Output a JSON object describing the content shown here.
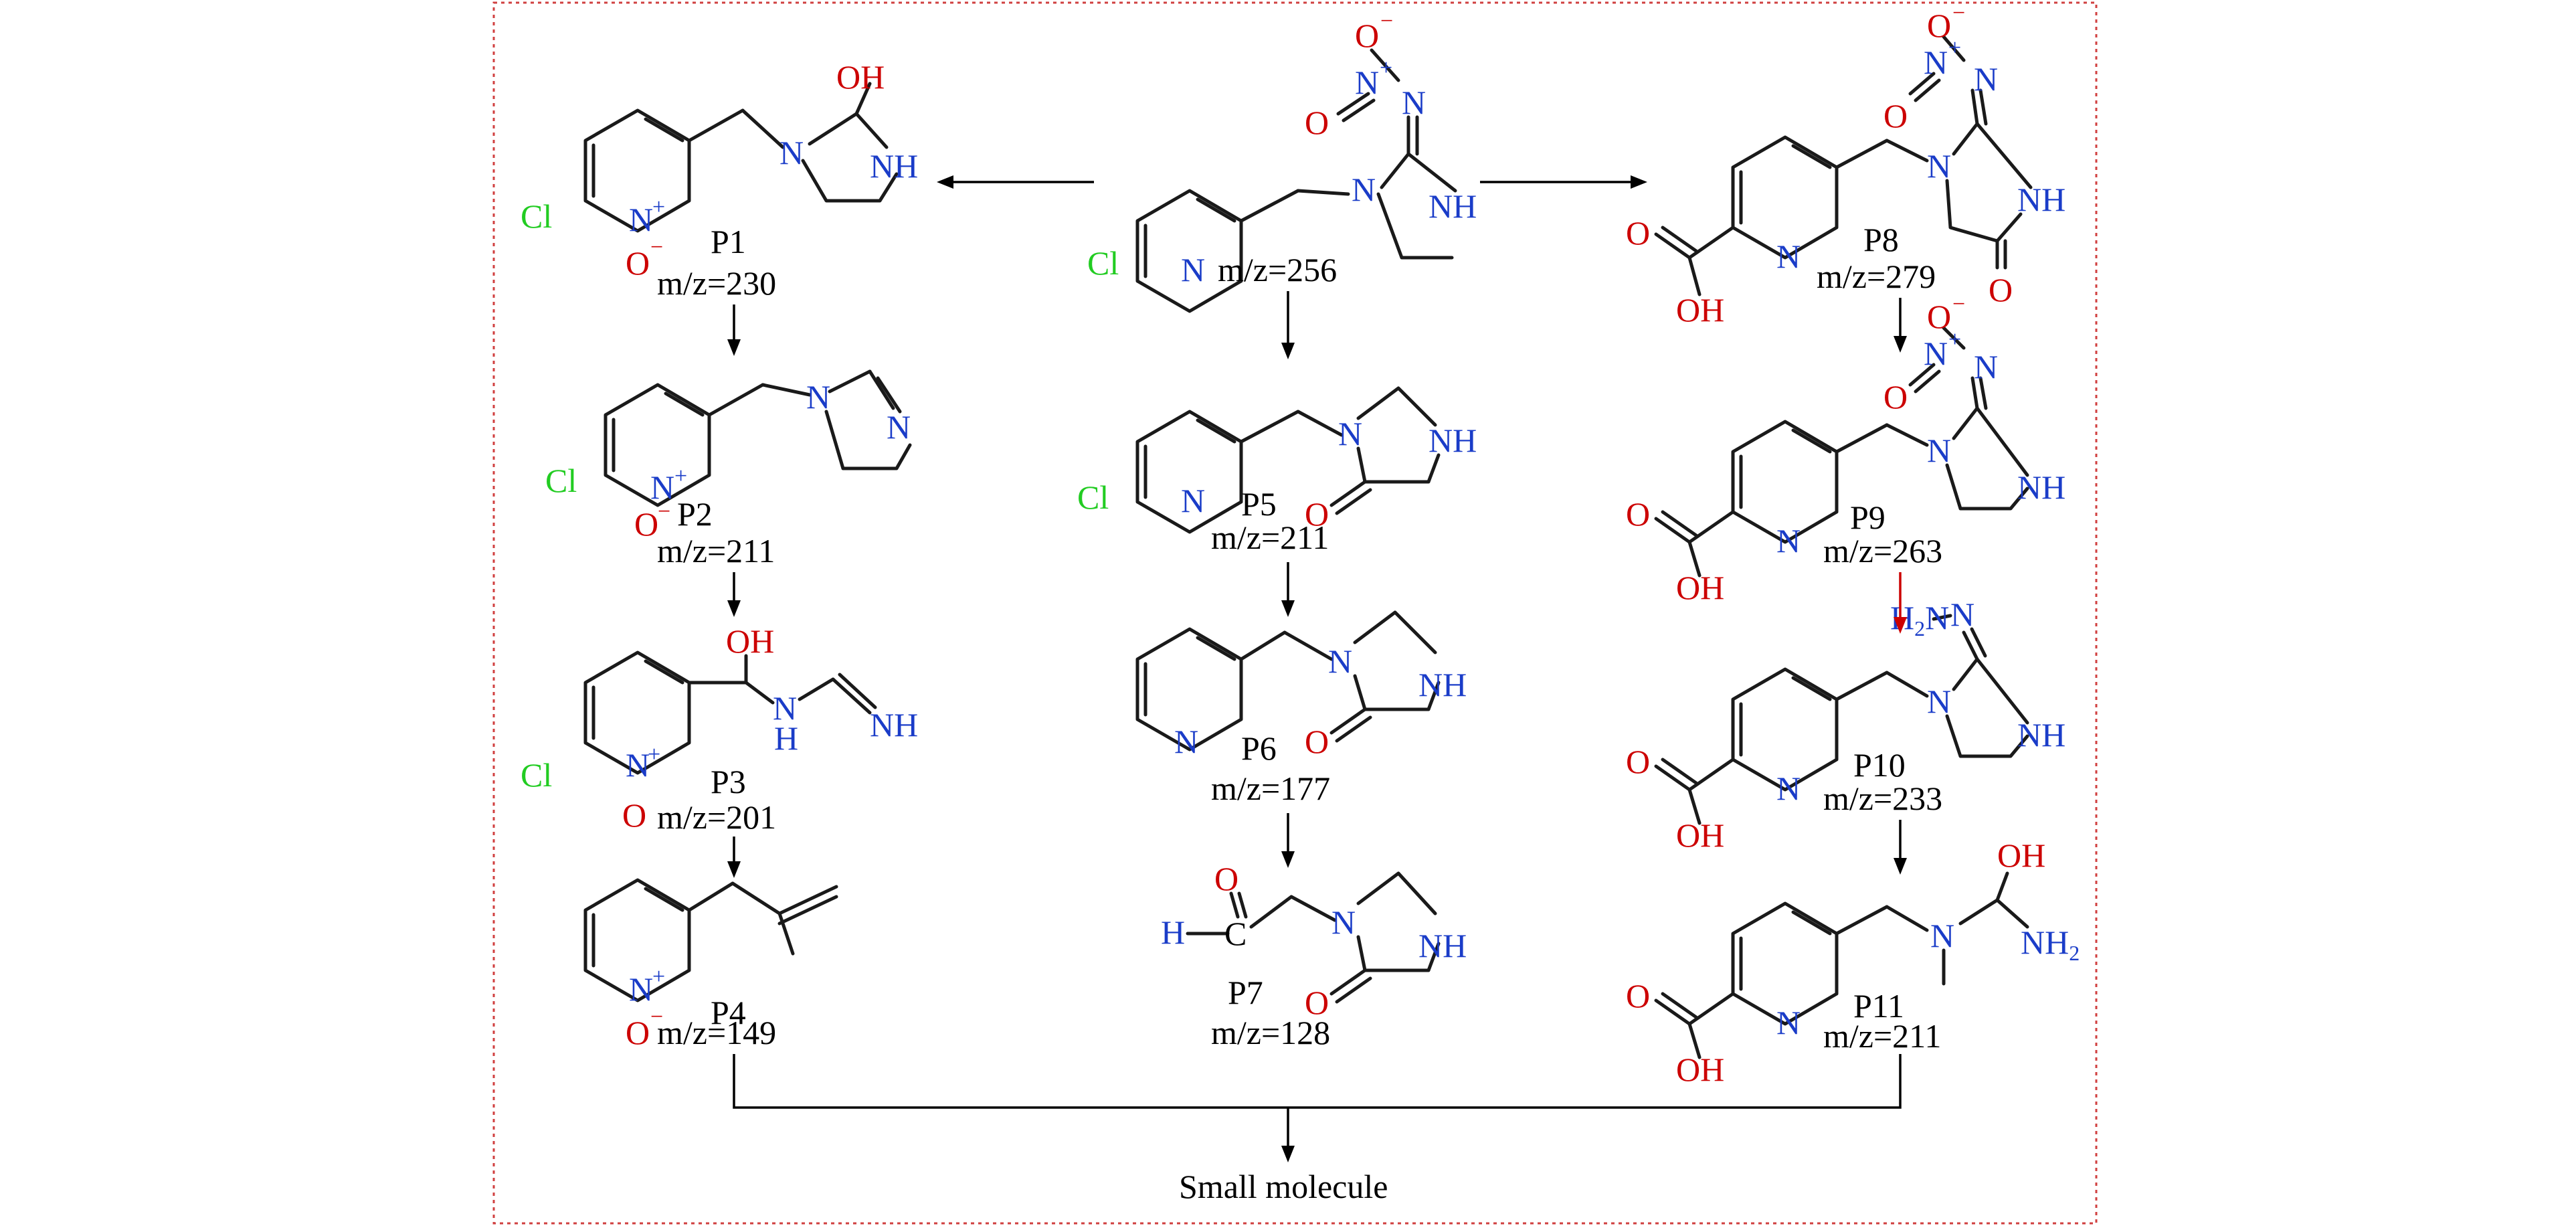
{
  "compounds": {
    "parent": {
      "mz": "m/z=256"
    },
    "p1": {
      "name": "P1",
      "mz": "m/z=230"
    },
    "p2": {
      "name": "P2",
      "mz": "m/z=211"
    },
    "p3": {
      "name": "P3",
      "mz": "m/z=201"
    },
    "p4": {
      "name": "P4",
      "mz": "m/z=149"
    },
    "p5": {
      "name": "P5",
      "mz": "m/z=211"
    },
    "p6": {
      "name": "P6",
      "mz": "m/z=177"
    },
    "p7": {
      "name": "P7",
      "mz": "m/z=128"
    },
    "p8": {
      "name": "P8",
      "mz": "m/z=279"
    },
    "p9": {
      "name": "P9",
      "mz": "m/z=263"
    },
    "p10": {
      "name": "P10",
      "mz": "m/z=233"
    },
    "p11": {
      "name": "P11",
      "mz": "m/z=211"
    }
  },
  "final_product": "Small molecule",
  "atoms": {
    "cl": "Cl",
    "n": "N",
    "nh": "NH",
    "o": "O",
    "oh": "OH",
    "h": "H",
    "c": "C",
    "h2n_h": "H",
    "h2n_n": "N",
    "nh2_n": "NH",
    "sub2": "2",
    "plus": "+",
    "minus": "−"
  },
  "colors": {
    "border": "#d04040",
    "nitrogen": "#1a3cc8",
    "oxygen": "#cc0000",
    "chlorine": "#22cc22",
    "red_arrow": "#cc0000"
  }
}
